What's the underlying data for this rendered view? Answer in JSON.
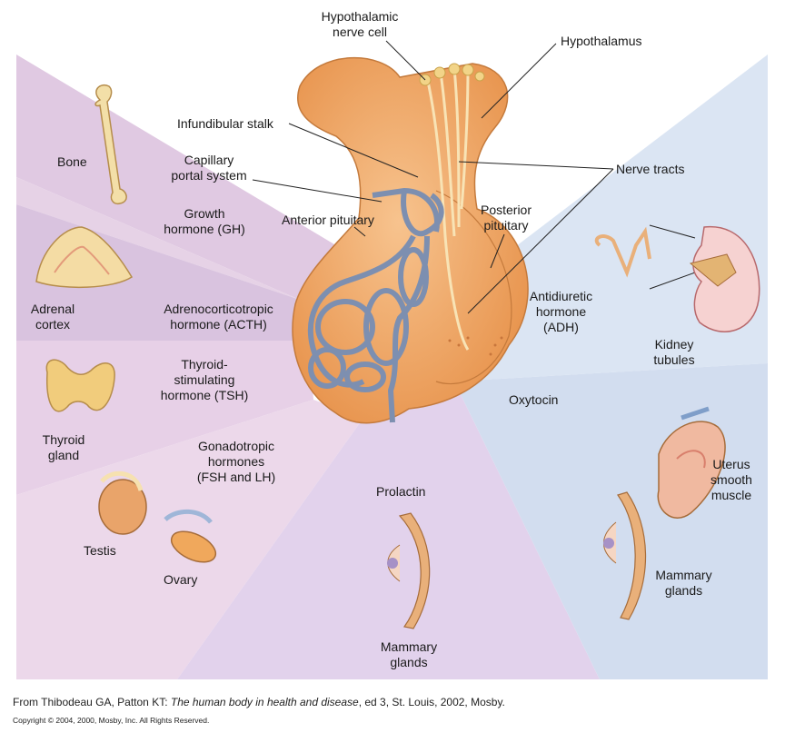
{
  "labels": {
    "hypothalamic_nerve_cell": "Hypothalamic\nnerve cell",
    "hypothalamus": "Hypothalamus",
    "infundibular_stalk": "Infundibular stalk",
    "capillary_portal_system": "Capillary\nportal system",
    "nerve_tracts": "Nerve tracts",
    "anterior_pituitary": "Anterior pituitary",
    "posterior_pituitary": "Posterior\npituitary",
    "bone": "Bone",
    "growth_hormone": "Growth\nhormone (GH)",
    "adrenal_cortex": "Adrenal\ncortex",
    "acth": "Adrenocorticotropic\nhormone (ACTH)",
    "tsh": "Thyroid-\nstimulating\nhormone (TSH)",
    "thyroid_gland": "Thyroid\ngland",
    "gonadotropic": "Gonadotropic\nhormones\n(FSH and LH)",
    "testis": "Testis",
    "ovary": "Ovary",
    "prolactin": "Prolactin",
    "mammary_glands_center": "Mammary\nglands",
    "adh": "Antidiuretic\nhormone\n(ADH)",
    "kidney_tubules": "Kidney\ntubules",
    "oxytocin": "Oxytocin",
    "uterus": "Uterus\nsmooth\nmuscle",
    "mammary_glands_right": "Mammary\nglands"
  },
  "footer": {
    "prefix": "From Thibodeau GA, Patton KT: ",
    "book_title": "The human body in health and disease",
    "suffix": ", ed 3, St. Louis, 2002, Mosby.",
    "copyright": "Copyright © 2004, 2000, Mosby, Inc. All Rights Reserved."
  },
  "colors": {
    "pink_panel": "#e6cfe3",
    "lavender_panel": "#ddd3ec",
    "blue_panel": "#d6e1f1",
    "light_blue_panel": "#e3ebf7",
    "gland": "#efa767",
    "vessels": "#7d8fb0"
  }
}
